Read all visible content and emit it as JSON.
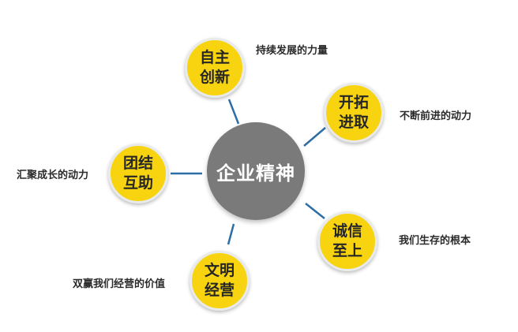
{
  "colors": {
    "center_fill": "#7a7a7a",
    "node_fill": "#f7d40f",
    "node_ring": "#e9eaec",
    "connector": "#2e6ea6"
  },
  "center": {
    "label": "企业精神"
  },
  "nodes": [
    {
      "label": "自主创新",
      "caption": "持续发展的力量"
    },
    {
      "label": "开拓进取",
      "caption": "不断前进的动力"
    },
    {
      "label": "团结互助",
      "caption": "汇聚成长的动力"
    },
    {
      "label": "诚信至上",
      "caption": "我们生存的根本"
    },
    {
      "label": "文明经营",
      "caption": "双赢我们经营的价值"
    }
  ]
}
